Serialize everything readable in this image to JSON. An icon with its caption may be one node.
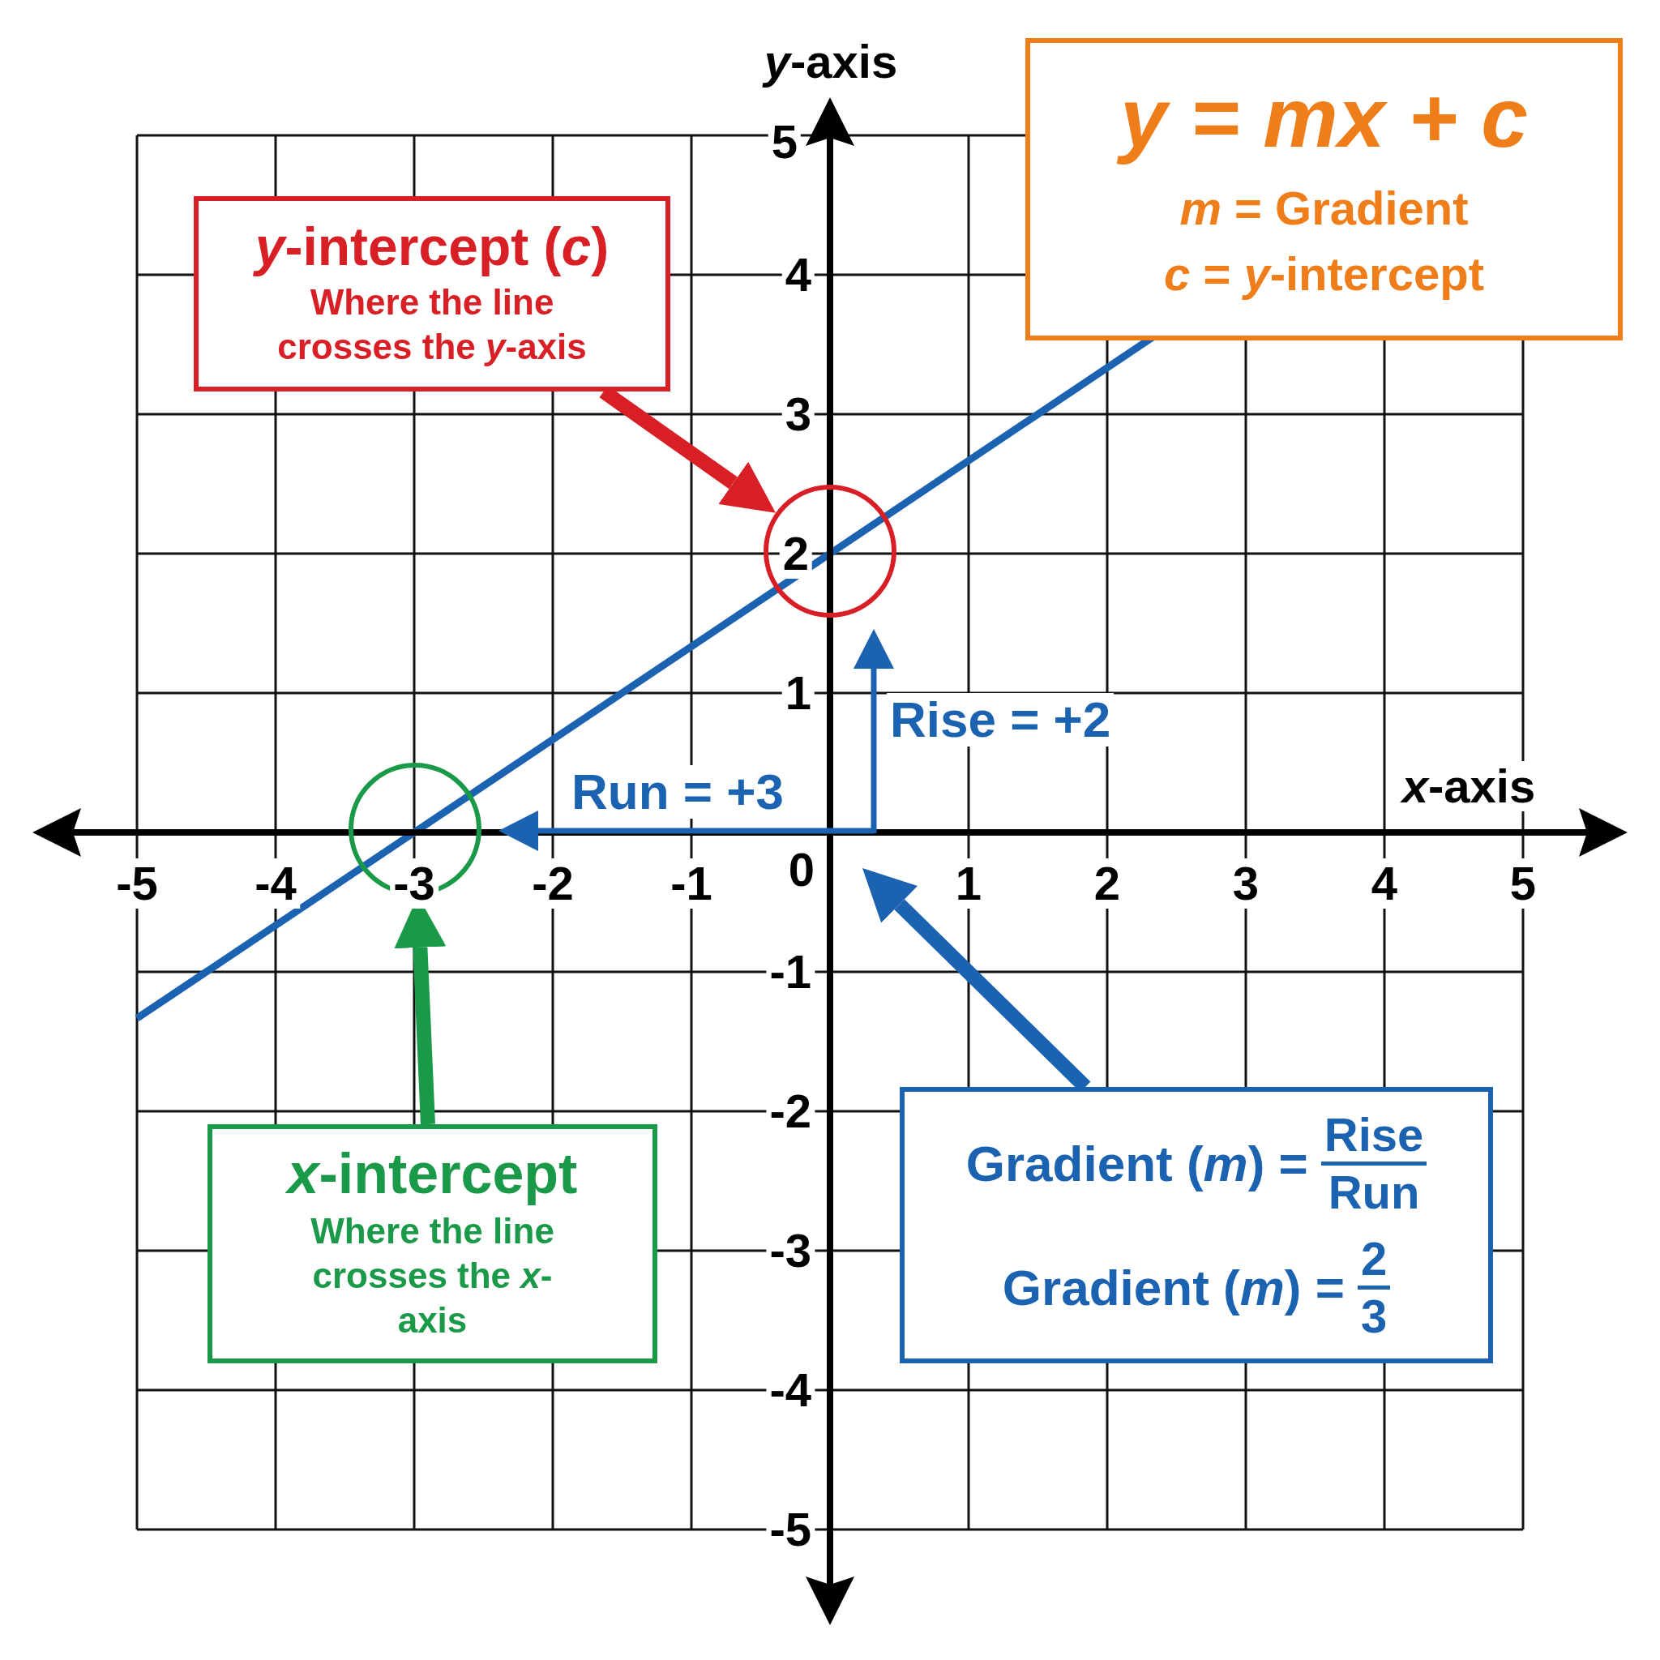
{
  "diagram": {
    "nodes": [
      {
        "text": [
          "*y*-intercept (*c*)",
          "Where the line crosses the *y*-axis"
        ]
      },
      {
        "text": [],
        "shape": "circle"
      },
      {
        "text": [
          "*x*-intercept",
          "Where the line crosses the *x*-axis"
        ]
      },
      {
        "text": [],
        "shape": "circle"
      },
      {
        "text": [
          "*y* = *mx* + *c*",
          "*m* = Gradient",
          "*c* = *y*-intercept"
        ]
      },
      {
        "text": [
          "Gradient (*m*) =",
          "Rise",
          "Run",
          "Gradient (*m*) =",
          "2",
          "3"
        ]
      }
    ],
    "edges": [
      {
        "from": 0,
        "to": 1,
        "arrow": "to",
        "color": "#d81f26"
      },
      {
        "from": 2,
        "to": 3,
        "arrow": "to",
        "color": "#1a9a48"
      },
      {
        "from": 5,
        "to": null,
        "arrow": "to",
        "color": "#1b62b0"
      }
    ],
    "labels": [
      "*y*-axis",
      "5",
      "4",
      "3",
      "2",
      "1",
      "Rise = +2",
      "Run = +3",
      "*x*-axis",
      "-5",
      "-4",
      "-3",
      "-2",
      "-1",
      "0",
      "1",
      "2",
      "3",
      "4",
      "5",
      "-1",
      "-2",
      "-3",
      "-4",
      "-5"
    ]
  }
}
